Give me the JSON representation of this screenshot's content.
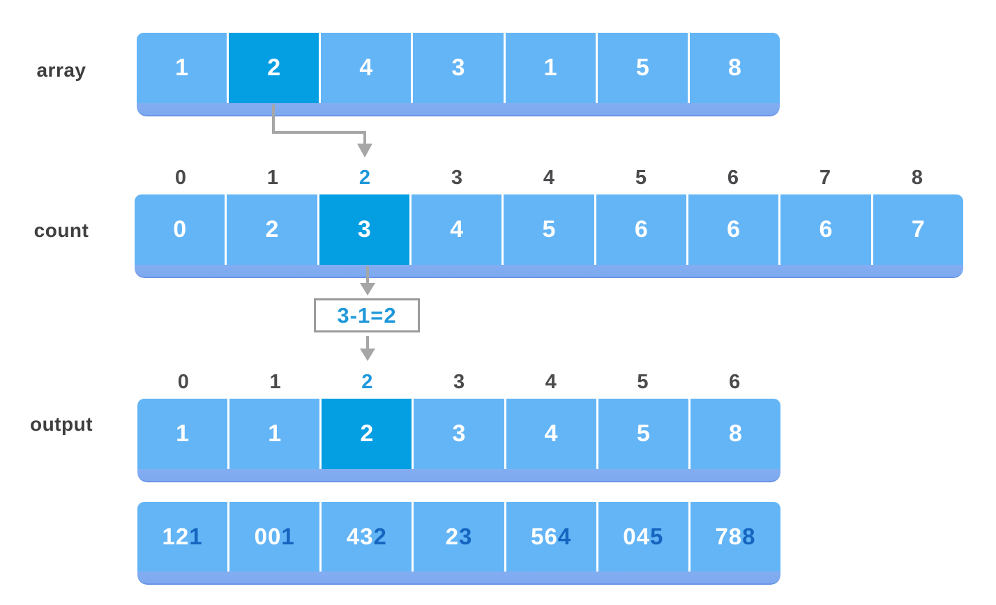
{
  "title": "counting-sort-diagram",
  "colors": {
    "cell_blue": "#64b5f6",
    "highlight_blue": "#049ee3",
    "shadow_blue": "#7da9f0",
    "digit_navy": "#1565c0",
    "index_gray": "#4b4b4d",
    "label_gray": "#3e3e40",
    "arrow_gray": "#a6a6a6",
    "box_border_gray": "#9b9b9b",
    "accent_text_blue": "#1e98da"
  },
  "rows": {
    "array": {
      "label": "array",
      "values": [
        "1",
        "2",
        "4",
        "3",
        "1",
        "5",
        "8"
      ],
      "highlight_index": 1
    },
    "count": {
      "label": "count",
      "indices": [
        "0",
        "1",
        "2",
        "3",
        "4",
        "5",
        "6",
        "7",
        "8"
      ],
      "index_highlight": 2,
      "values": [
        "0",
        "2",
        "3",
        "4",
        "5",
        "6",
        "6",
        "6",
        "7"
      ],
      "highlight_index": 2
    },
    "output": {
      "label": "output",
      "indices": [
        "0",
        "1",
        "2",
        "3",
        "4",
        "5",
        "6"
      ],
      "index_highlight": 2,
      "values": [
        "1",
        "1",
        "2",
        "3",
        "4",
        "5",
        "8"
      ],
      "highlight_index": 2
    },
    "digits": {
      "values": [
        {
          "prefix": "12",
          "suffix": "1"
        },
        {
          "prefix": "00",
          "suffix": "1"
        },
        {
          "prefix": "43",
          "suffix": "2"
        },
        {
          "prefix": "2",
          "suffix": "3"
        },
        {
          "prefix": "56",
          "suffix": "4"
        },
        {
          "prefix": "04",
          "suffix": "5"
        },
        {
          "prefix": "78",
          "suffix": "8"
        }
      ]
    }
  },
  "annotation": {
    "formula": "3-1=2"
  }
}
